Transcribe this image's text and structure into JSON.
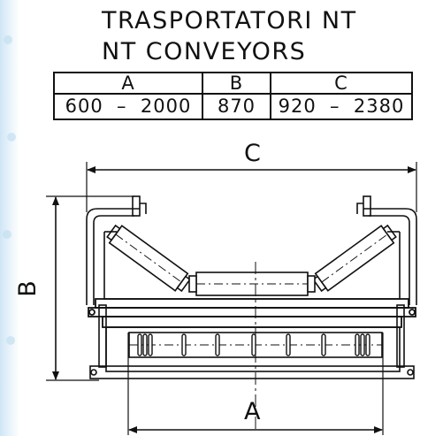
{
  "title": {
    "line1": "TRASPORTATORI NT",
    "line2": "NT CONVEYORS"
  },
  "dimension_table": {
    "headers": [
      "A",
      "B",
      "C"
    ],
    "values": [
      "600  –  2000",
      "870",
      "920  –  2380"
    ]
  },
  "drawing": {
    "dimension_labels": {
      "width_overall": "C",
      "height": "B",
      "belt_width": "A"
    }
  },
  "colors": {
    "ink": "#111111",
    "edge_tint": "#cfe6f5"
  }
}
